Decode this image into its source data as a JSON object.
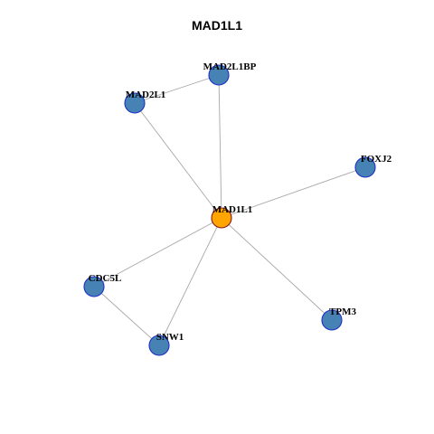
{
  "title": "MAD1L1",
  "colors": {
    "center_fill": "#FFA500",
    "center_stroke": "#8B1A1A",
    "node_fill": "#4682B4",
    "node_stroke": "#1C2FC8",
    "edge": "#A8A8A8"
  },
  "nodes": [
    {
      "id": "MAD1L1",
      "label": "MAD1L1",
      "center": true
    },
    {
      "id": "MAD2L1BP",
      "label": "MAD2L1BP"
    },
    {
      "id": "MAD2L1",
      "label": "MAD2L1"
    },
    {
      "id": "FOXJ2",
      "label": "FOXJ2"
    },
    {
      "id": "CDC5L",
      "label": "CDC5L"
    },
    {
      "id": "SNW1",
      "label": "SNW1"
    },
    {
      "id": "TPM3",
      "label": "TPM3"
    }
  ],
  "edges": [
    {
      "source": "MAD2L1BP",
      "target": "MAD2L1"
    },
    {
      "source": "MAD2L1BP",
      "target": "MAD1L1"
    },
    {
      "source": "MAD2L1",
      "target": "MAD1L1"
    },
    {
      "source": "FOXJ2",
      "target": "MAD1L1"
    },
    {
      "source": "CDC5L",
      "target": "MAD1L1"
    },
    {
      "source": "SNW1",
      "target": "MAD1L1"
    },
    {
      "source": "TPM3",
      "target": "MAD1L1"
    },
    {
      "source": "CDC5L",
      "target": "SNW1"
    }
  ]
}
